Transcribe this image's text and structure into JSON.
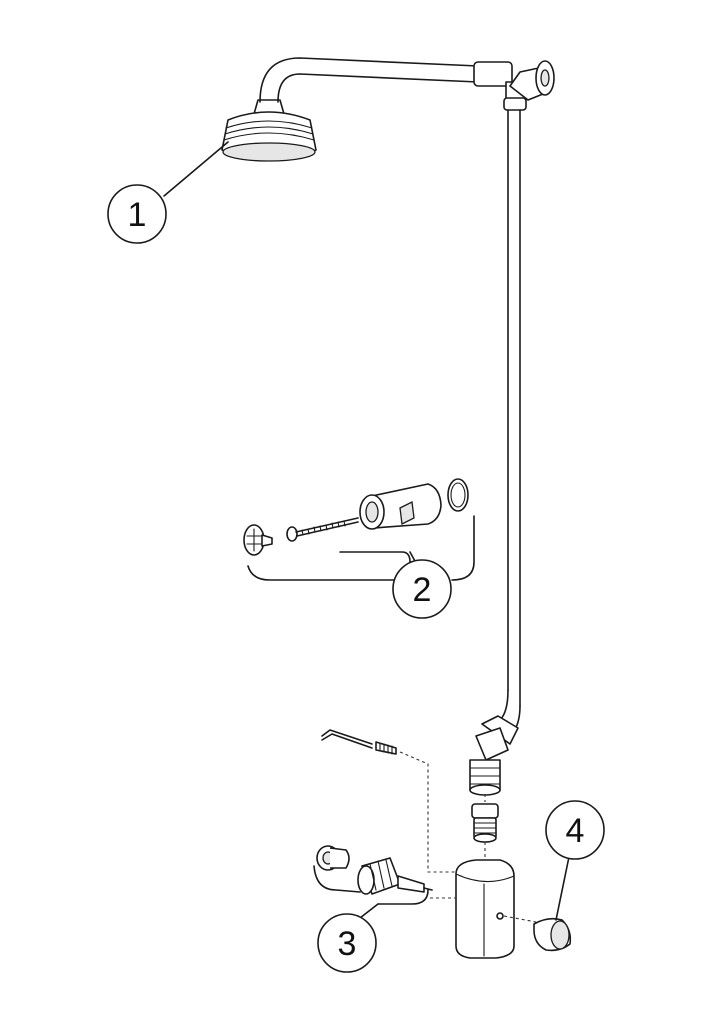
{
  "callouts": [
    {
      "label": "1",
      "part": "shower-head"
    },
    {
      "label": "2",
      "part": "wall-bracket-kit"
    },
    {
      "label": "3",
      "part": "valve-cartridge-kit"
    },
    {
      "label": "4",
      "part": "control-knob"
    }
  ],
  "colors": {
    "line": "#1a1a1a",
    "background": "#ffffff",
    "shade": "#e6e6e6"
  }
}
